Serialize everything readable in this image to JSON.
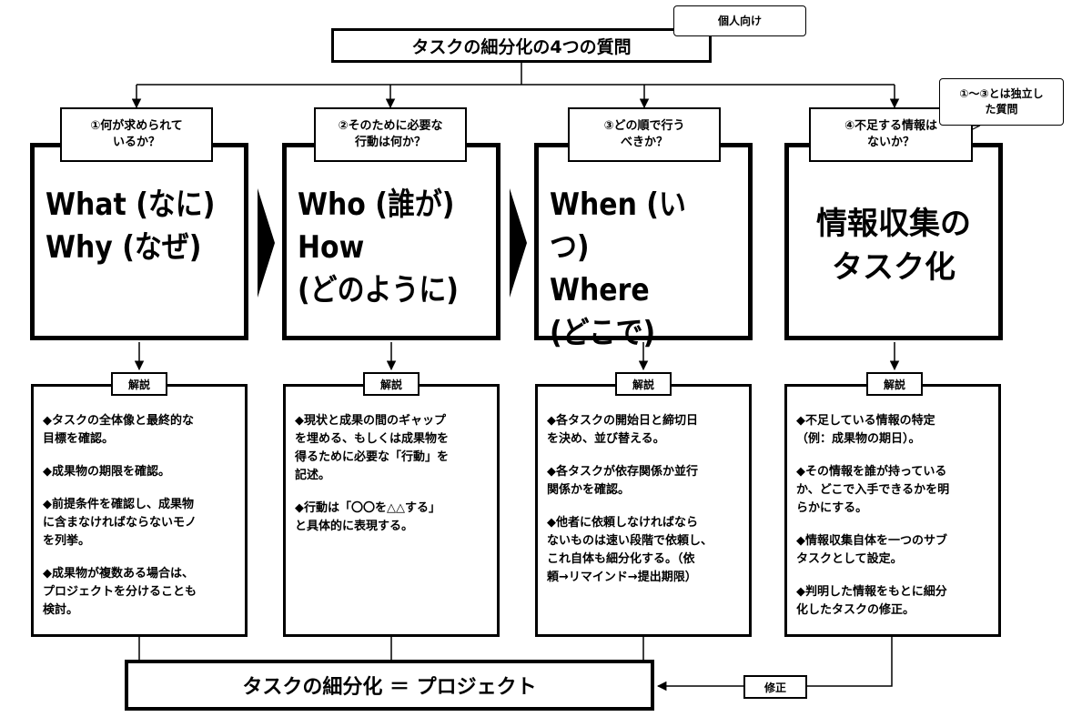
{
  "title": "タスクの細分化の4つの質問",
  "title_note": "個人向け",
  "independent_note": "①～③とは独立し\nた質問",
  "columns": [
    {
      "question": "①何が求められて\nいるか？",
      "big": "What (なに)\nWhy (なぜ)",
      "explain_label": "解説",
      "points": [
        "◆タスクの全体像と最終的な\n目標を確認。",
        "◆成果物の期限を確認。",
        "◆前提条件を確認し、成果物\nに含まなければならないモノ\nを列挙。",
        "◆成果物が複数ある場合は、\nプロジェクトを分けることも\n検討。"
      ]
    },
    {
      "question": "②そのために必要な\n行動は何か？",
      "big": "Who (誰が)\nHow\n(どのように)",
      "explain_label": "解説",
      "points": [
        "◆現状と成果の間のギャップ\nを埋める、もしくは成果物を\n得るために必要な「行動」を\n記述。",
        "◆行動は「〇〇を△△する」\nと具体的に表現する。"
      ]
    },
    {
      "question": "③どの順で行う\nべきか？",
      "big": "When (いつ)\nWhere\n(どこで)",
      "explain_label": "解説",
      "points": [
        "◆各タスクの開始日と締切日\nを決め、並び替える。",
        "◆各タスクが依存関係か並行\n関係かを確認。",
        "◆他者に依頼しなければなら\nないものは速い段階で依頼し、\nこれ自体も細分化する。（依\n頼→リマインド→提出期限）"
      ]
    },
    {
      "question": "④不足する情報は\nないか？",
      "big": "情報収集の\nタスク化",
      "explain_label": "解説",
      "points": [
        "◆不足している情報の特定\n（例：成果物の期日）。",
        "◆その情報を誰が持っている\nか、どこで入手できるかを明\nらかにする。",
        "◆情報収集自体を一つのサブ\nタスクとして設定。",
        "◆判明した情報をもとに細分\n化したタスクの修正。"
      ]
    }
  ],
  "bottom": "タスクの細分化 ＝ プロジェクト",
  "feedback_label": "修正"
}
